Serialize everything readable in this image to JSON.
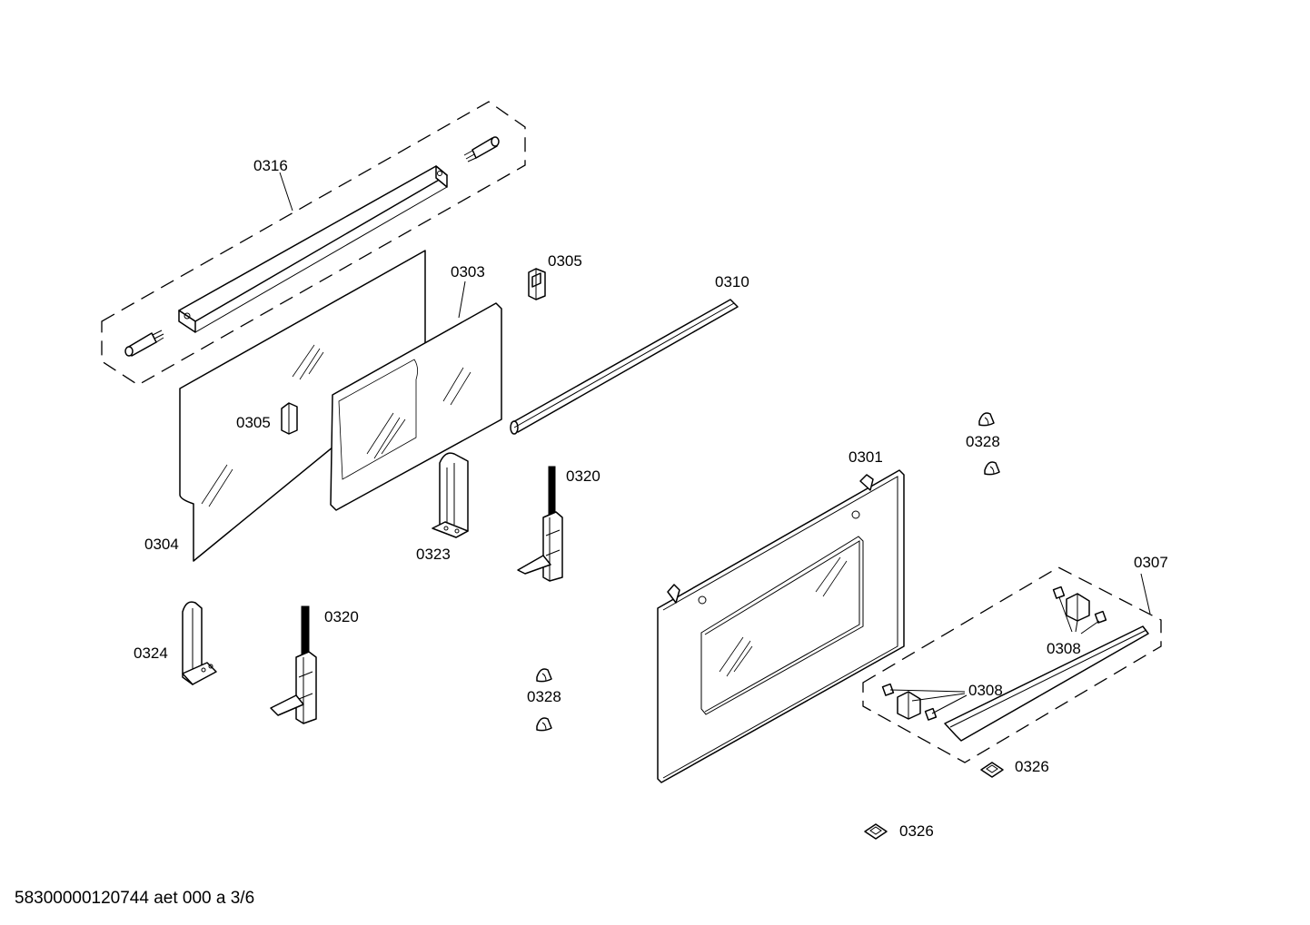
{
  "labels": {
    "p0316": "0316",
    "p0303": "0303",
    "p0305_top": "0305",
    "p0310": "0310",
    "p0305_left": "0305",
    "p0304": "0304",
    "p0323": "0323",
    "p0320_a": "0320",
    "p0301": "0301",
    "p0328_top": "0328",
    "p0307": "0307",
    "p0324": "0324",
    "p0320_b": "0320",
    "p0328_bottom": "0328",
    "p0308_right": "0308",
    "p0308_left": "0308",
    "p0326_a": "0326",
    "p0326_b": "0326"
  },
  "footer": {
    "document_id": "58300000120744 aet 000 a 3/6"
  }
}
